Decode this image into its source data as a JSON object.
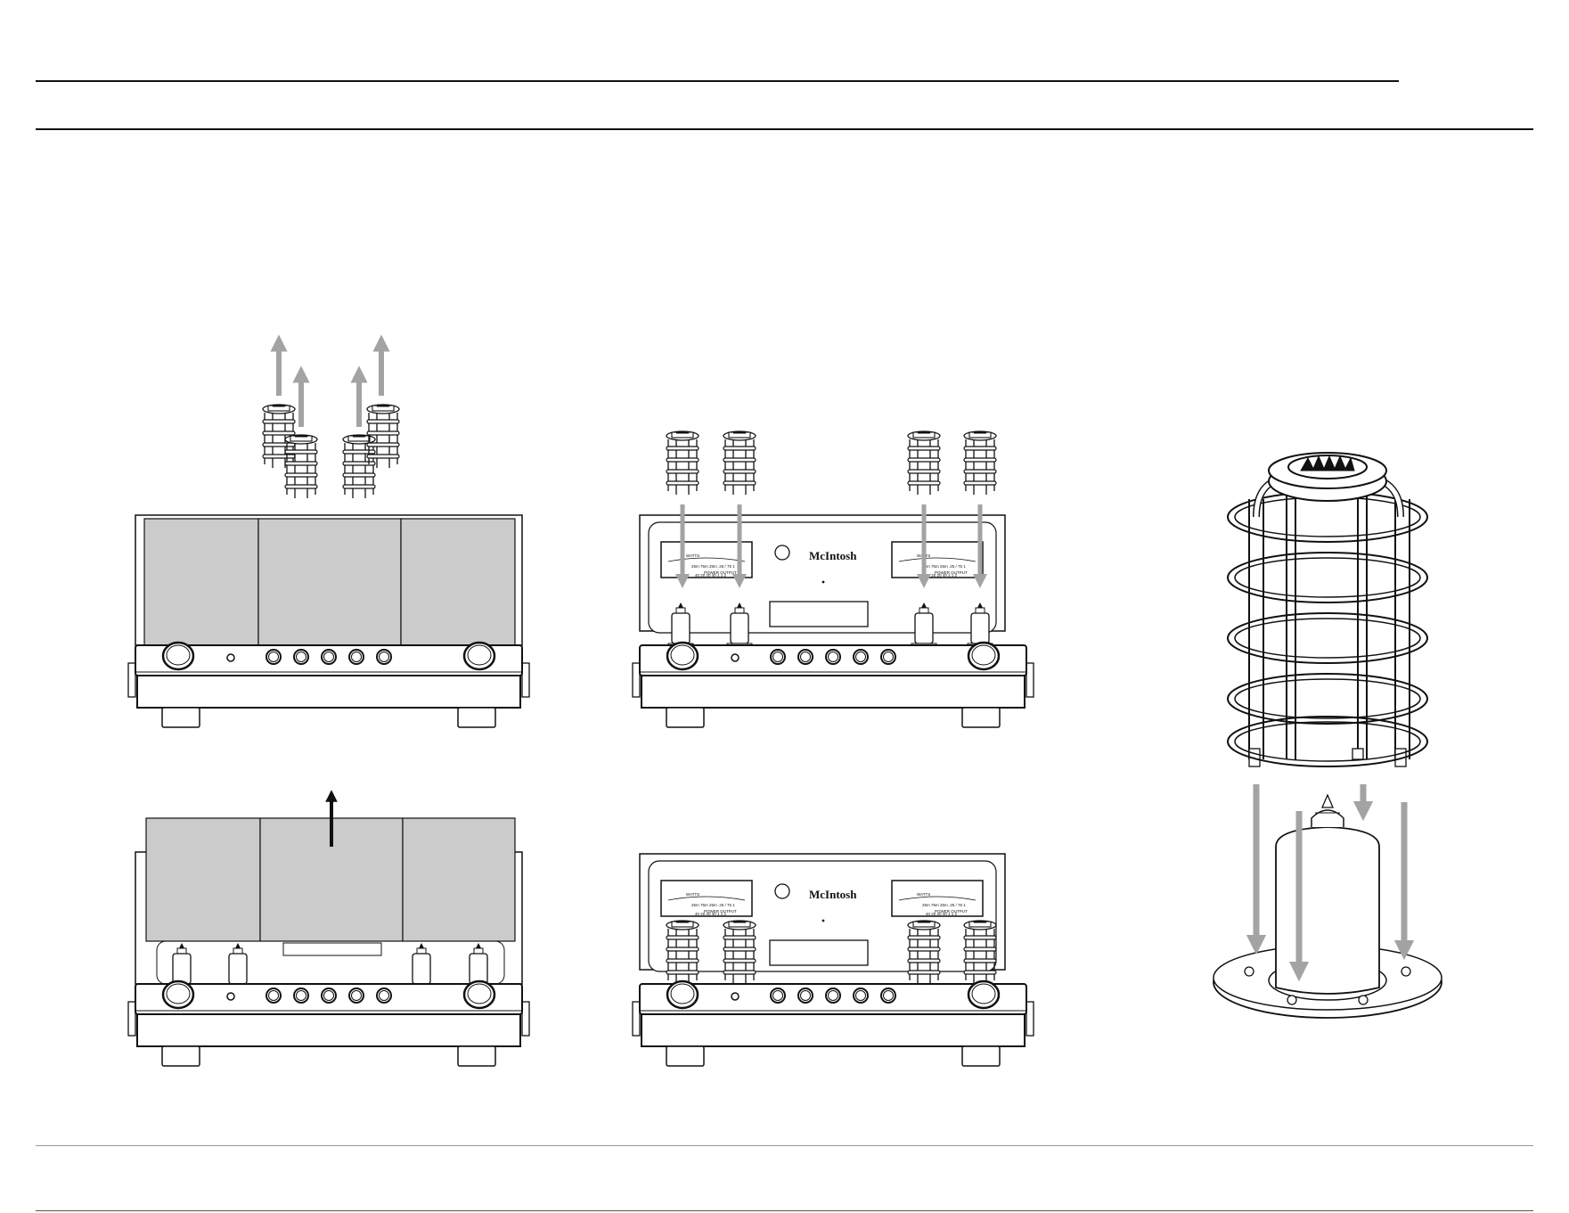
{
  "brand": {
    "name": "McIntosh"
  },
  "meter": {
    "label": "POWER OUTPUT",
    "watts_label": "WATTS",
    "scale_top": "25m 75m 25m .25 / 75 1",
    "scale_bottom": "40 20 20 40 1 1 2"
  },
  "colors": {
    "shield_fill": "#cbcbcb",
    "arrow_gray": "#a3a3a3",
    "arrow_black": "#111111",
    "line": "#111111"
  },
  "illustrations": [
    {
      "id": "remove-tube-cages",
      "icon": "amplifier-with-cages-lifted-icon"
    },
    {
      "id": "install-tube-cages",
      "icon": "amplifier-cages-lowering-icon"
    },
    {
      "id": "remove-shield-cover",
      "icon": "amplifier-cover-lifting-icon"
    },
    {
      "id": "cages-installed",
      "icon": "amplifier-cages-installed-icon"
    },
    {
      "id": "tube-cage-detail",
      "icon": "tube-cage-closeup-icon"
    }
  ]
}
